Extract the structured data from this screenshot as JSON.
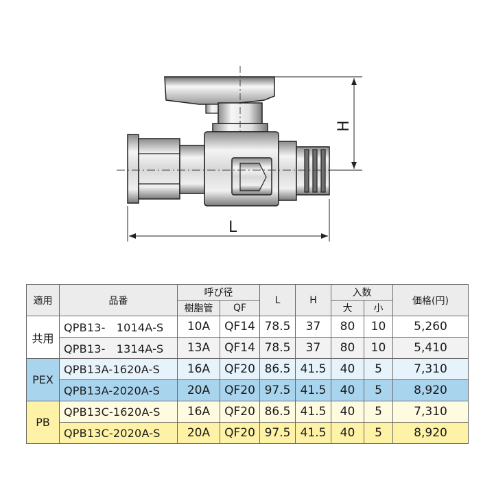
{
  "drawing": {
    "dimension_L": "L",
    "dimension_H": "H"
  },
  "table": {
    "headers": {
      "application": "適用",
      "model": "品番",
      "nominal": "呼び径",
      "resin": "樹脂管",
      "qf": "QF",
      "L": "L",
      "H": "H",
      "qty": "入数",
      "large": "大",
      "small": "小",
      "price": "価格(円)"
    },
    "groups": [
      {
        "name": "共用",
        "rows": [
          {
            "model": "QPB13-　1014A-S",
            "resin": "10A",
            "qf": "QF14",
            "L": "78.5",
            "H": "37",
            "large": "80",
            "small": "10",
            "price": "5,260"
          },
          {
            "model": "QPB13-　1314A-S",
            "resin": "13A",
            "qf": "QF14",
            "L": "78.5",
            "H": "37",
            "large": "80",
            "small": "10",
            "price": "5,410"
          }
        ]
      },
      {
        "name": "PEX",
        "rows": [
          {
            "model": "QPB13A-1620A-S",
            "resin": "16A",
            "qf": "QF20",
            "L": "86.5",
            "H": "41.5",
            "large": "40",
            "small": "5",
            "price": "7,310"
          },
          {
            "model": "QPB13A-2020A-S",
            "resin": "20A",
            "qf": "QF20",
            "L": "97.5",
            "H": "41.5",
            "large": "40",
            "small": "5",
            "price": "8,920"
          }
        ]
      },
      {
        "name": "PB",
        "rows": [
          {
            "model": "QPB13C-1620A-S",
            "resin": "16A",
            "qf": "QF20",
            "L": "86.5",
            "H": "41.5",
            "large": "40",
            "small": "5",
            "price": "7,310"
          },
          {
            "model": "QPB13C-2020A-S",
            "resin": "20A",
            "qf": "QF20",
            "L": "97.5",
            "H": "41.5",
            "large": "40",
            "small": "5",
            "price": "8,920"
          }
        ]
      }
    ]
  }
}
